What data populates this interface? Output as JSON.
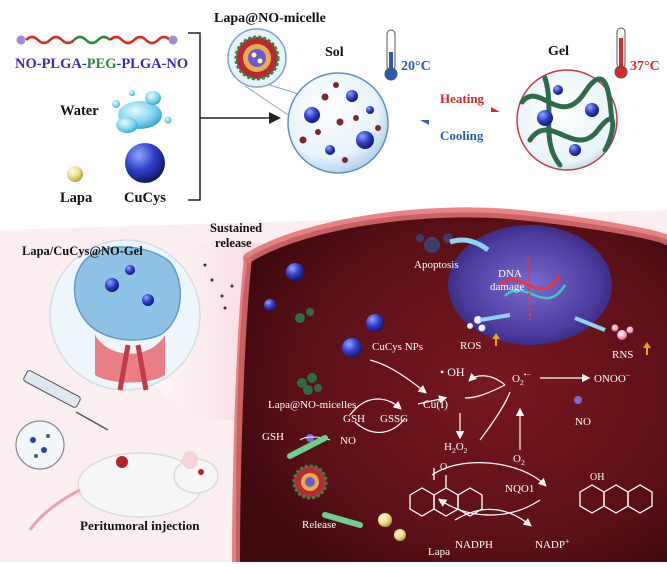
{
  "top": {
    "polymer": {
      "prefix": "NO-PLGA-",
      "peg": "PEG",
      "suffix": "-PLGA-NO"
    },
    "water": "Water",
    "lapa": "Lapa",
    "cucys": "CuCys",
    "micelle_title": "Lapa@NO-micelle",
    "sol": "Sol",
    "gel": "Gel",
    "temp_cold": "20°C",
    "temp_hot": "37°C",
    "heating": "Heating",
    "cooling": "Cooling"
  },
  "bottom": {
    "gel_label": "Lapa/CuCys@NO-Gel",
    "sustained_1": "Sustained",
    "sustained_2": "release",
    "injection": "Peritumoral injection",
    "apoptosis": "Apoptosis",
    "dna_1": "DNA",
    "dna_2": "damage",
    "ros": "ROS",
    "rns": "RNS",
    "cucys_nps": "CuCys NPs",
    "micelles": "Lapa@NO-micelles",
    "gsh_1": "GSH",
    "gssg": "GSSG",
    "no_1": "NO",
    "cu1": "Cu(I)",
    "oh": "• OH",
    "onoo": "ONOO",
    "onoo_sup": "−",
    "o2rad": "O",
    "o2rad_sub": "2",
    "o2rad_sup": "•−",
    "no_2": "NO",
    "gsh_2": "GSH",
    "h2o2": "H",
    "h2o2_a": "2",
    "h2o2_b": "O",
    "h2o2_c": "2",
    "o2": "O",
    "o2_sub": "2",
    "nqo1": "NQO1",
    "release": "Release",
    "lapa": "Lapa",
    "nadph": "NADPH",
    "nadp": "NADP",
    "nadp_sup": "+",
    "o_atom": "O",
    "oh_atom": "OH"
  },
  "colors": {
    "orange": "#e07a1f",
    "red": "#d62a24",
    "blue": "#2a5bb0",
    "green": "#2e8b3a",
    "cell": "#5a1218",
    "purple": "#3a2bb5"
  }
}
